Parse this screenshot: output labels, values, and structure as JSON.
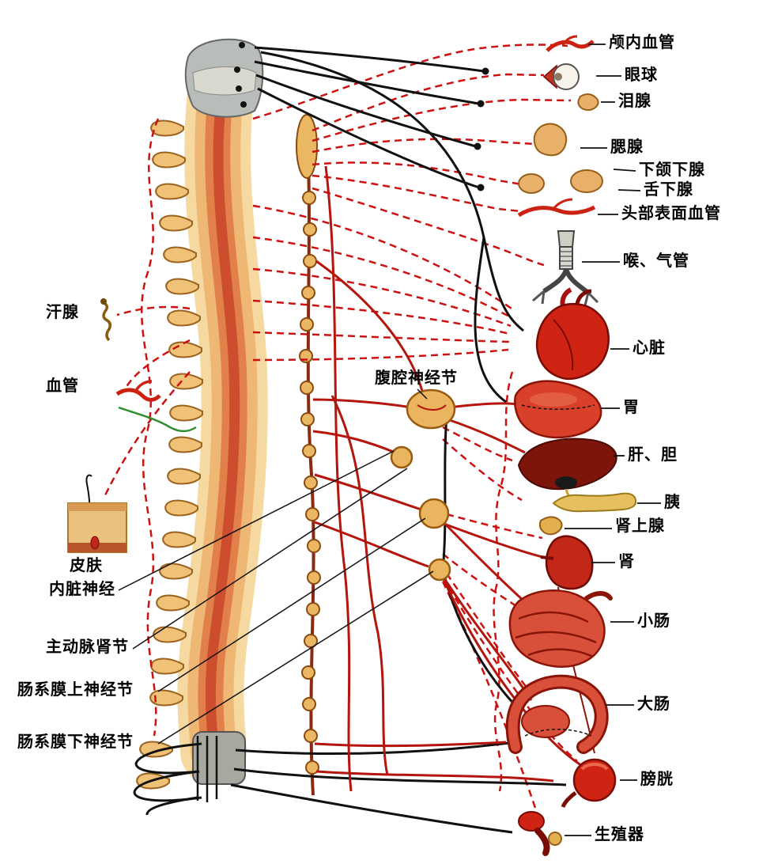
{
  "diagram": {
    "title": "autonomic-nervous-system-anatomy",
    "center_label": {
      "text": "腹腔神经节"
    },
    "right_labels": [
      {
        "id": "cranial-vessels",
        "text": "颅内血管"
      },
      {
        "id": "eyeball",
        "text": "眼球"
      },
      {
        "id": "lacrimal-gland",
        "text": "泪腺"
      },
      {
        "id": "parotid-gland",
        "text": "腮腺"
      },
      {
        "id": "submandibular-gland",
        "text": "下颌下腺"
      },
      {
        "id": "sublingual-gland",
        "text": "舌下腺"
      },
      {
        "id": "head-surface-vessels",
        "text": "头部表面血管"
      },
      {
        "id": "larynx-trachea",
        "text": "喉、气管"
      },
      {
        "id": "heart",
        "text": "心脏"
      },
      {
        "id": "stomach",
        "text": "胃"
      },
      {
        "id": "liver-gallbladder",
        "text": "肝、胆"
      },
      {
        "id": "pancreas",
        "text": "胰"
      },
      {
        "id": "adrenal-gland",
        "text": "肾上腺"
      },
      {
        "id": "kidney",
        "text": "肾"
      },
      {
        "id": "small-intestine",
        "text": "小肠"
      },
      {
        "id": "large-intestine",
        "text": "大肠"
      },
      {
        "id": "bladder",
        "text": "膀胱"
      },
      {
        "id": "genitals",
        "text": "生殖器"
      }
    ],
    "left_labels": [
      {
        "id": "sweat-gland",
        "text": "汗腺"
      },
      {
        "id": "blood-vessel",
        "text": "血管"
      },
      {
        "id": "skin",
        "text": "皮肤"
      },
      {
        "id": "visceral-nerve",
        "text": "内脏神经"
      },
      {
        "id": "aorticorenal-ganglion",
        "text": "主动脉肾节"
      },
      {
        "id": "superior-mesenteric-ganglion",
        "text": "肠系膜上神经节"
      },
      {
        "id": "inferior-mesenteric-ganglion",
        "text": "肠系膜下神经节"
      }
    ],
    "colors": {
      "dashed_nerve": "#cc1111",
      "solid_red_nerve": "#b5150d",
      "black_nerve": "#111111",
      "spine_bone": "#f0c277",
      "ganglion": "#eab763",
      "organ_red": "#cf2414",
      "liver_dark": "#7e150b",
      "gland_tan": "#e9b06a",
      "background": "#ffffff",
      "text": "#000000"
    }
  }
}
